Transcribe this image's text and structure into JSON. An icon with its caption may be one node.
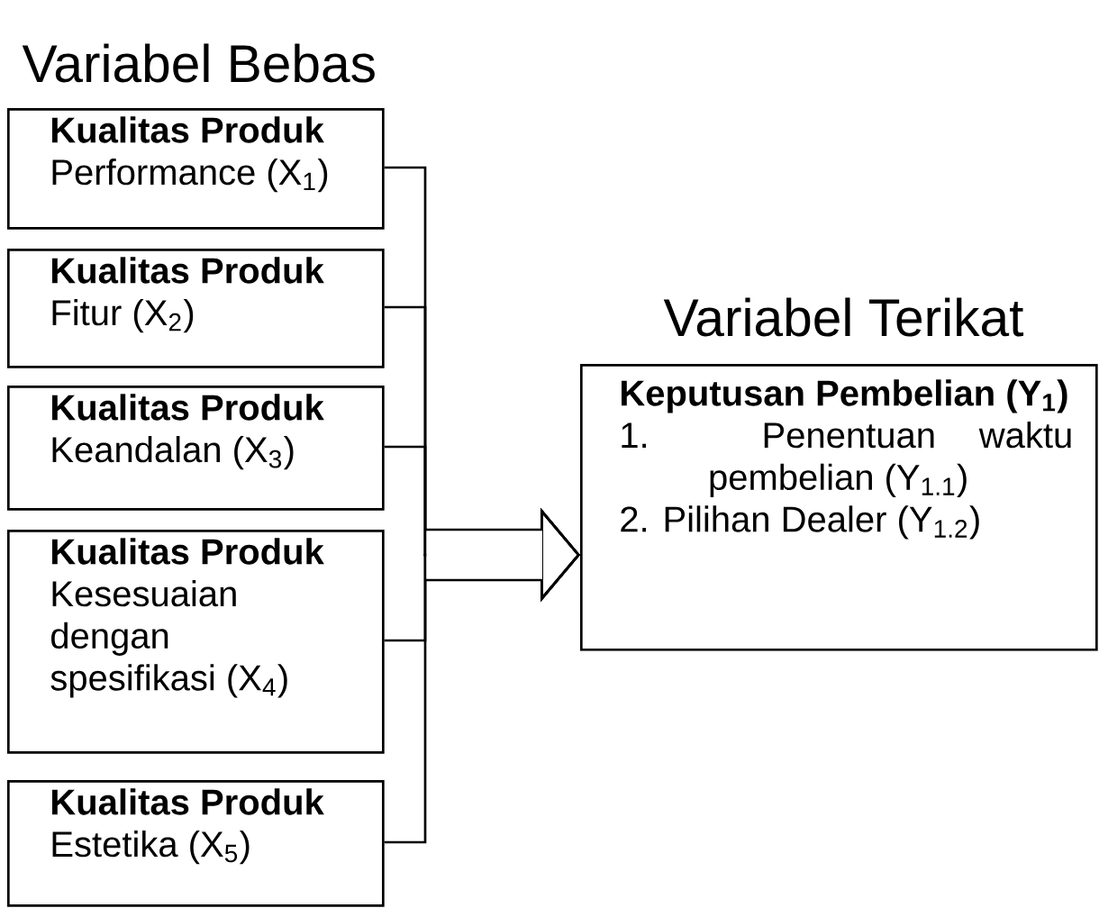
{
  "diagram": {
    "nodes": [
      {
        "text": [
          "Kualitas Produk",
          "Performance (X$_{1}$)"
        ]
      },
      {
        "text": [
          "Kualitas Produk",
          "Fitur (X$_{2}$)"
        ]
      },
      {
        "text": [
          "Kualitas Produk",
          "Keandalan (X$_{3}$)"
        ]
      },
      {
        "text": [
          "Kualitas Produk",
          "Kesesuaian dengan spesifikasi (X$_{4}$)"
        ]
      },
      {
        "text": [
          "Kualitas Produk",
          "Estetika (X$_{5}$)"
        ]
      },
      {
        "text": [
          "Keputusan Pembelian (Y$_{1}$)",
          "1. Penentuan waktu pembelian (Y$_{1.1}$)",
          "2. Pilihan Dealer (Y$_{1.2}$)"
        ]
      }
    ],
    "edges": [
      {
        "from": 0,
        "to": 5,
        "arrow": "to"
      },
      {
        "from": 1,
        "to": 5,
        "arrow": "to"
      },
      {
        "from": 2,
        "to": 5,
        "arrow": "to"
      },
      {
        "from": 3,
        "to": 5,
        "arrow": "to"
      },
      {
        "from": 4,
        "to": 5,
        "arrow": "to"
      }
    ],
    "labels": [
      "Variabel Bebas",
      "Variabel Terikat"
    ]
  }
}
